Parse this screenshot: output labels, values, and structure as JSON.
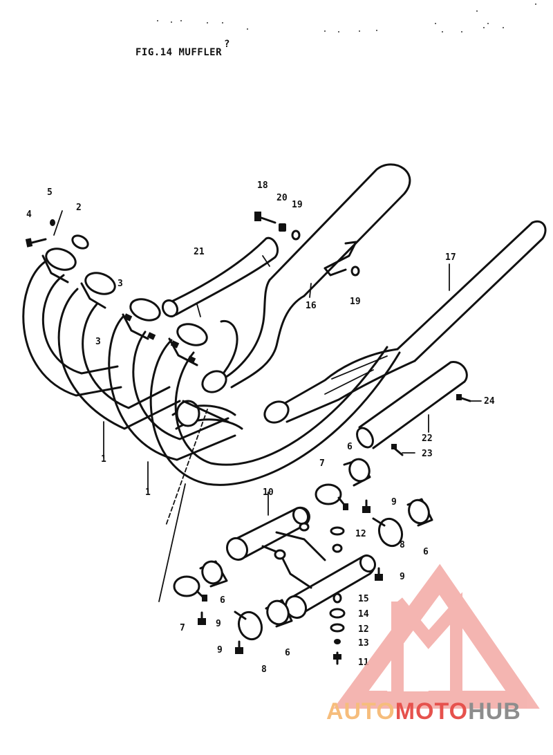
{
  "figure": {
    "title": "FIG.14  MUFFLER"
  },
  "labels": {
    "l1a": "1",
    "l1b": "1",
    "l2": "2",
    "l3a": "3",
    "l3b": "3",
    "l4": "4",
    "l5": "5",
    "l6a": "6",
    "l6b": "6",
    "l6c": "6",
    "l6d": "6",
    "l7a": "7",
    "l7b": "7",
    "l8a": "8",
    "l8b": "8",
    "l9a": "9",
    "l9b": "9",
    "l9c": "9",
    "l9d": "9",
    "l10": "10",
    "l11": "11",
    "l12a": "12",
    "l12b": "12",
    "l13": "13",
    "l14": "14",
    "l15": "15",
    "l16": "16",
    "l17": "17",
    "l18": "18",
    "l19a": "19",
    "l19b": "19",
    "l20": "20",
    "l21": "21",
    "l22": "22",
    "l23": "23",
    "l24": "24"
  },
  "watermark": {
    "part1": "AUTO",
    "part2": "MOTO",
    "part3": "HUB",
    "colors": {
      "orange": "#f5b266",
      "red": "#e2342f",
      "gray": "#7a7a7a",
      "pink": "#f3a9a4"
    }
  }
}
